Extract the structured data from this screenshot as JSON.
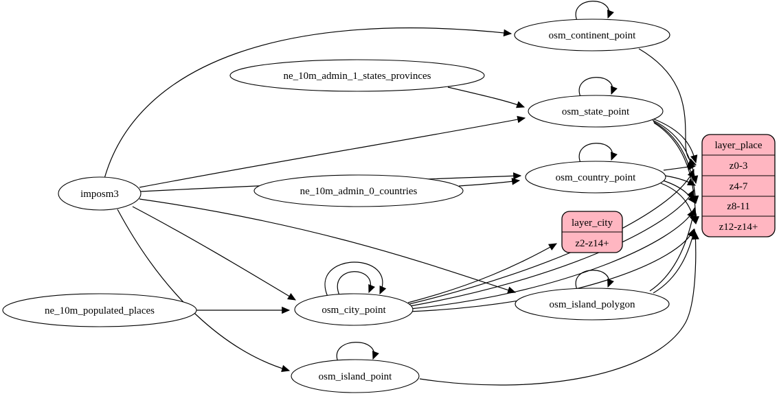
{
  "diagram": {
    "type": "etl-dependency-graph",
    "background": "#ffffff",
    "colors": {
      "source_table_fill": "#ffffff",
      "layer_node_fill": "#ffb6c1",
      "stroke": "#000000",
      "text": "#000000"
    },
    "nodes": {
      "imposm3": {
        "label": "imposm3"
      },
      "ne_10m_admin_1_states_provinces": {
        "label": "ne_10m_admin_1_states_provinces"
      },
      "ne_10m_admin_0_countries": {
        "label": "ne_10m_admin_0_countries"
      },
      "ne_10m_populated_places": {
        "label": "ne_10m_populated_places"
      },
      "osm_continent_point": {
        "label": "osm_continent_point"
      },
      "osm_state_point": {
        "label": "osm_state_point"
      },
      "osm_country_point": {
        "label": "osm_country_point"
      },
      "osm_city_point": {
        "label": "osm_city_point"
      },
      "osm_island_polygon": {
        "label": "osm_island_polygon"
      },
      "osm_island_point": {
        "label": "osm_island_point"
      },
      "layer_city": {
        "title": "layer_city",
        "rows": {
          "r0": "z2-z14+"
        }
      },
      "layer_place": {
        "title": "layer_place",
        "rows": {
          "r0": "z0-3",
          "r1": "z4-7",
          "r2": "z8-11",
          "r3": "z12-z14+"
        }
      }
    },
    "edges": [
      {
        "from": "imposm3",
        "to": "osm_continent_point"
      },
      {
        "from": "imposm3",
        "to": "osm_state_point"
      },
      {
        "from": "imposm3",
        "to": "osm_country_point"
      },
      {
        "from": "imposm3",
        "to": "osm_city_point"
      },
      {
        "from": "imposm3",
        "to": "osm_island_polygon"
      },
      {
        "from": "imposm3",
        "to": "osm_island_point"
      },
      {
        "from": "ne_10m_admin_1_states_provinces",
        "to": "osm_state_point"
      },
      {
        "from": "ne_10m_admin_0_countries",
        "to": "osm_country_point"
      },
      {
        "from": "ne_10m_populated_places",
        "to": "osm_city_point"
      },
      {
        "from": "osm_continent_point",
        "to": "osm_continent_point"
      },
      {
        "from": "osm_state_point",
        "to": "osm_state_point"
      },
      {
        "from": "osm_country_point",
        "to": "osm_country_point"
      },
      {
        "from": "osm_city_point",
        "to": "osm_city_point"
      },
      {
        "from": "osm_city_point",
        "to": "osm_city_point"
      },
      {
        "from": "osm_island_polygon",
        "to": "osm_island_polygon"
      },
      {
        "from": "osm_island_point",
        "to": "osm_island_point"
      },
      {
        "from": "osm_city_point",
        "to": "layer_city:z2-z14+"
      },
      {
        "from": "osm_continent_point",
        "to": "layer_place:z0-3"
      },
      {
        "from": "osm_state_point",
        "to": "layer_place:z0-3"
      },
      {
        "from": "osm_state_point",
        "to": "layer_place:z4-7"
      },
      {
        "from": "osm_state_point",
        "to": "layer_place:z8-11"
      },
      {
        "from": "osm_state_point",
        "to": "layer_place:z12-z14+"
      },
      {
        "from": "osm_country_point",
        "to": "layer_place:z0-3"
      },
      {
        "from": "osm_country_point",
        "to": "layer_place:z4-7"
      },
      {
        "from": "osm_country_point",
        "to": "layer_place:z8-11"
      },
      {
        "from": "osm_country_point",
        "to": "layer_place:z12-z14+"
      },
      {
        "from": "osm_city_point",
        "to": "layer_place:z0-3"
      },
      {
        "from": "osm_city_point",
        "to": "layer_place:z4-7"
      },
      {
        "from": "osm_city_point",
        "to": "layer_place:z8-11"
      },
      {
        "from": "osm_city_point",
        "to": "layer_place:z12-z14+"
      },
      {
        "from": "osm_island_polygon",
        "to": "layer_place:z8-11"
      },
      {
        "from": "osm_island_polygon",
        "to": "layer_place:z12-z14+"
      },
      {
        "from": "osm_island_point",
        "to": "layer_place:z12-z14+"
      }
    ]
  }
}
